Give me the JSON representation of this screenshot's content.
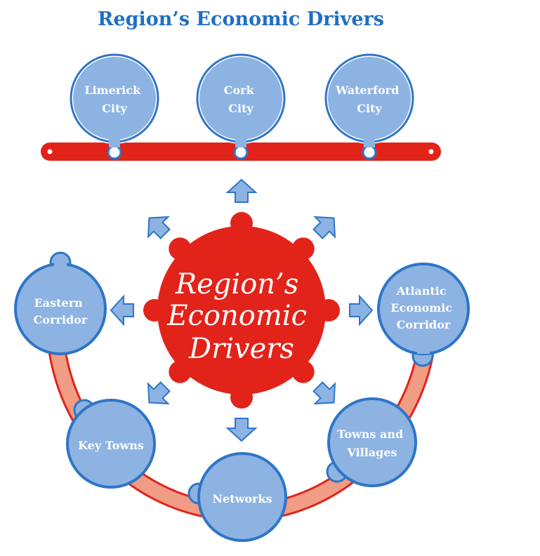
{
  "title": "Region’s Economic Drivers",
  "hub": {
    "lines": [
      "Region’s",
      "Economic",
      "Drivers"
    ]
  },
  "cities": [
    {
      "lines": [
        "Limerick",
        "City"
      ]
    },
    {
      "lines": [
        "Cork",
        "City"
      ]
    },
    {
      "lines": [
        "Waterford",
        "City"
      ]
    }
  ],
  "drivers": [
    {
      "lines": [
        "Eastern",
        "Corridor"
      ]
    },
    {
      "lines": [
        "Key Towns"
      ]
    },
    {
      "lines": [
        "Networks"
      ]
    },
    {
      "lines": [
        "Towns and",
        "Villages"
      ]
    },
    {
      "lines": [
        "Atlantic",
        "Economic",
        "Corridor"
      ]
    }
  ],
  "colors": {
    "title": "#1f6fc4",
    "node_fill": "#8db3e2",
    "node_stroke": "#2e75c7",
    "rail": "#e2231a",
    "hub": "#e2231a",
    "arc_fill": "#f19c84",
    "arc_stroke": "#e2231a"
  }
}
